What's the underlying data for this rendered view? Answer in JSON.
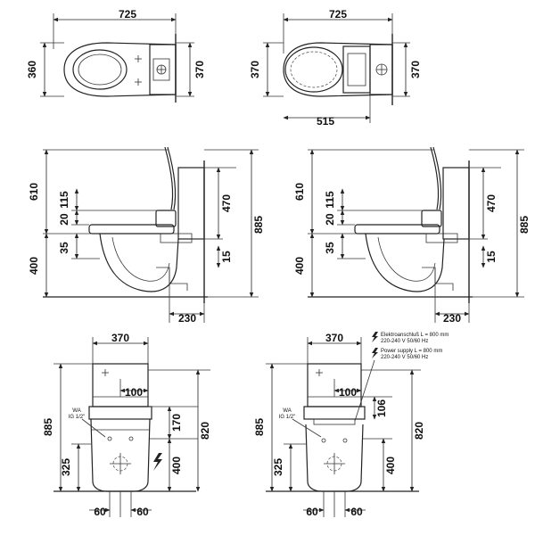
{
  "top_left": {
    "width": "725",
    "depth_left": "360",
    "depth_right": "370"
  },
  "top_right": {
    "width": "725",
    "depth_left": "370",
    "depth_right": "370",
    "bottom": "515"
  },
  "side_left": {
    "h610": "610",
    "h115": "115",
    "h20": "20",
    "h35": "35",
    "h400": "400",
    "h470": "470",
    "h885": "885",
    "h15": "15",
    "offset": "230"
  },
  "side_right": {
    "h610": "610",
    "h115": "115",
    "h20": "20",
    "h35": "35",
    "h400": "400",
    "h470": "470",
    "h885": "885",
    "h15": "15",
    "offset": "230"
  },
  "front_left": {
    "width": "370",
    "d100": "100",
    "wa_line1": "WA",
    "wa_line2": "IG 1/2\"",
    "h885": "885",
    "h170": "170",
    "h820": "820",
    "h400": "400",
    "h325": "325",
    "w60a": "60",
    "w60b": "60"
  },
  "front_right": {
    "width": "370",
    "d100": "100",
    "h106": "106",
    "wa_line1": "WA",
    "wa_line2": "IG 1/2\"",
    "h885": "885",
    "h820": "820",
    "h400": "400",
    "h325": "325",
    "w60a": "60",
    "w60b": "60"
  },
  "notes": {
    "de_line1": "Elektroanschluß L = 800 mm",
    "de_line2": "220-240 V  50/60 Hz",
    "en_line1": "Power supply L = 800 mm",
    "en_line2": "220-240 V  50/60 Hz"
  },
  "icons": {
    "electric": "lightning-bolt-icon"
  }
}
